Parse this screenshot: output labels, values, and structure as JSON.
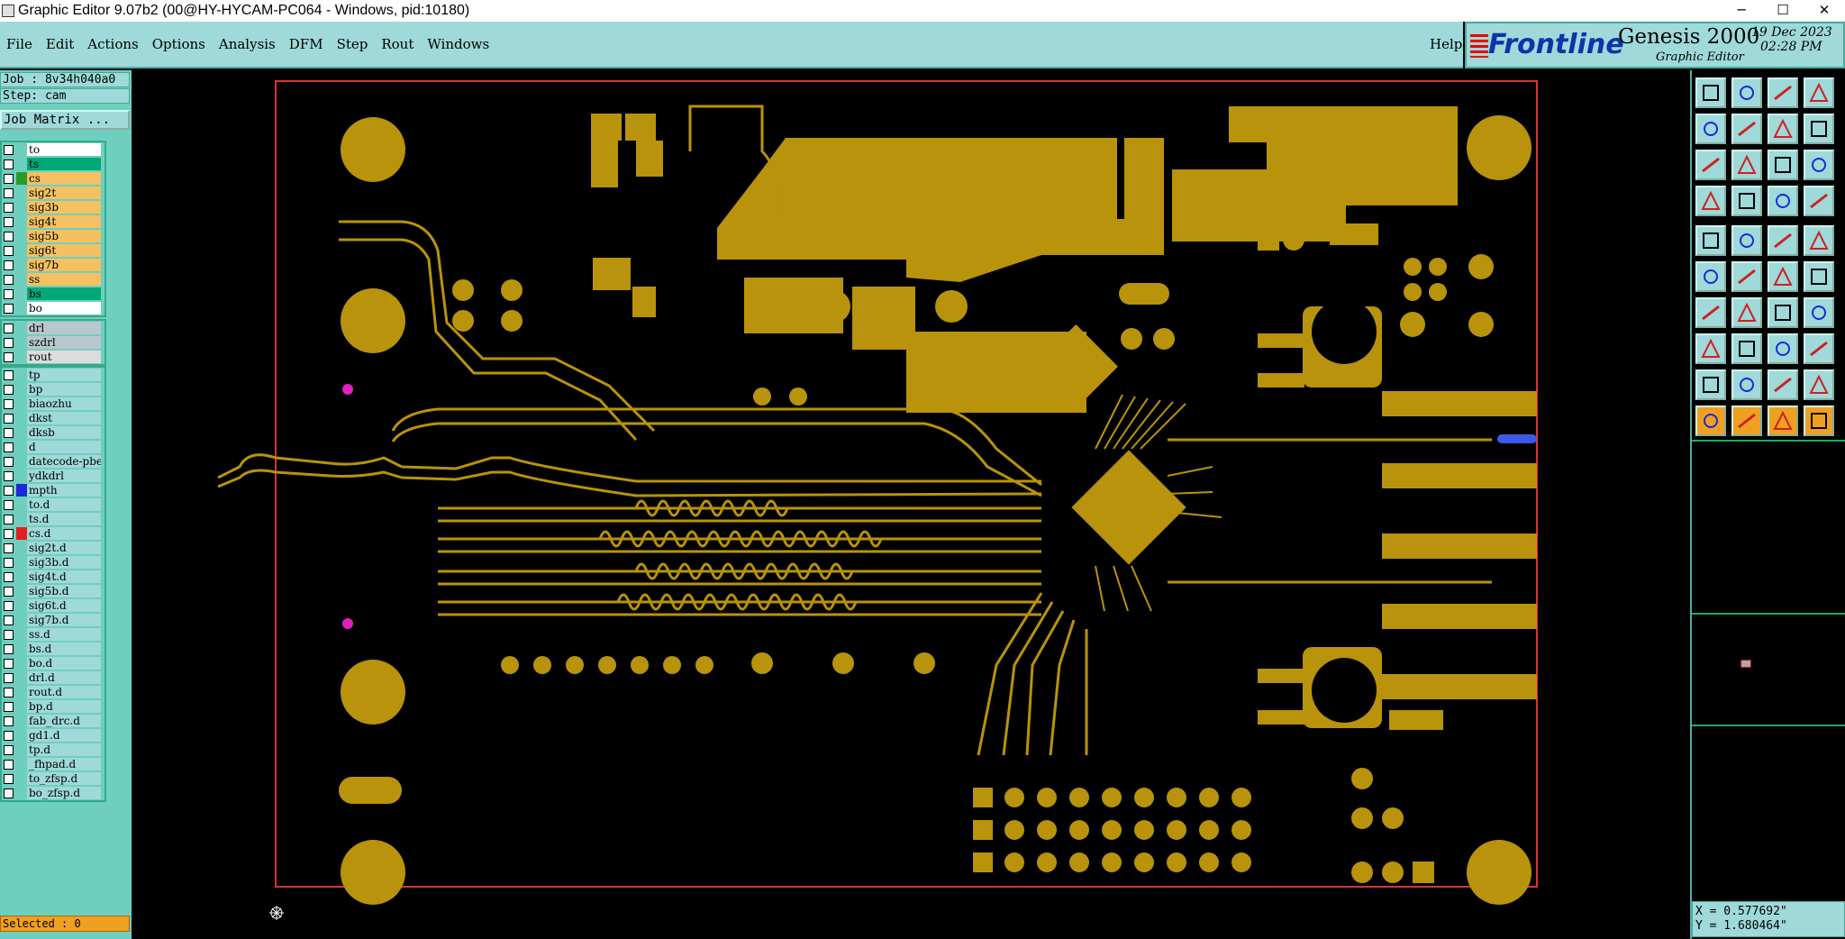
{
  "window": {
    "title": "Graphic Editor 9.07b2 (00@HY-HYCAM-PC064 - Windows, pid:10180)",
    "minimize": "─",
    "maximize": "☐",
    "close": "✕"
  },
  "menu": [
    "File",
    "Edit",
    "Actions",
    "Options",
    "Analysis",
    "DFM",
    "Step",
    "Rout",
    "Windows"
  ],
  "help_label": "Help",
  "logo": {
    "brand": "Frontline",
    "product": "Genesis 2000",
    "subtitle": "Graphic Editor",
    "date": "19 Dec 2023",
    "time": "02:28 PM"
  },
  "job": {
    "job_line": "Job : 8v34h040a0",
    "step_line": "Step: cam",
    "job_matrix_label": "Job Matrix ..."
  },
  "layer_groups": [
    {
      "layers": [
        {
          "name": "to",
          "color": "#ffffff",
          "mark": ""
        },
        {
          "name": "ts",
          "color": "#00a878",
          "mark": ""
        },
        {
          "name": "cs",
          "color": "#f5c060",
          "mark": "#2a9a2a"
        },
        {
          "name": "sig2t",
          "color": "#f5c060",
          "mark": ""
        },
        {
          "name": "sig3b",
          "color": "#f5c060",
          "mark": ""
        },
        {
          "name": "sig4t",
          "color": "#f5c060",
          "mark": ""
        },
        {
          "name": "sig5b",
          "color": "#f5c060",
          "mark": ""
        },
        {
          "name": "sig6t",
          "color": "#f5c060",
          "mark": ""
        },
        {
          "name": "sig7b",
          "color": "#f5c060",
          "mark": ""
        },
        {
          "name": "ss",
          "color": "#f5c060",
          "mark": ""
        },
        {
          "name": "bs",
          "color": "#00a878",
          "mark": ""
        },
        {
          "name": "bo",
          "color": "#ffffff",
          "mark": ""
        }
      ]
    },
    {
      "layers": [
        {
          "name": "drl",
          "color": "#b8c8cc",
          "mark": ""
        },
        {
          "name": "szdrl",
          "color": "#b8c8cc",
          "mark": ""
        },
        {
          "name": "rout",
          "color": "#dcdcdc",
          "mark": ""
        }
      ]
    },
    {
      "layers": [
        {
          "name": "tp",
          "color": "#9fd9d9",
          "mark": ""
        },
        {
          "name": "bp",
          "color": "#9fd9d9",
          "mark": ""
        },
        {
          "name": "biaozhu",
          "color": "#9fd9d9",
          "mark": ""
        },
        {
          "name": "dkst",
          "color": "#9fd9d9",
          "mark": ""
        },
        {
          "name": "dksb",
          "color": "#9fd9d9",
          "mark": ""
        },
        {
          "name": "d",
          "color": "#9fd9d9",
          "mark": ""
        },
        {
          "name": "datecode-pbe",
          "color": "#9fd9d9",
          "mark": ""
        },
        {
          "name": "ydkdrl",
          "color": "#9fd9d9",
          "mark": ""
        },
        {
          "name": "mpth",
          "color": "#9fd9d9",
          "mark": "#1a2ad8"
        },
        {
          "name": "to.d",
          "color": "#9fd9d9",
          "mark": ""
        },
        {
          "name": "ts.d",
          "color": "#9fd9d9",
          "mark": ""
        },
        {
          "name": "cs.d",
          "color": "#9fd9d9",
          "mark": "#e02020"
        },
        {
          "name": "sig2t.d",
          "color": "#9fd9d9",
          "mark": ""
        },
        {
          "name": "sig3b.d",
          "color": "#9fd9d9",
          "mark": ""
        },
        {
          "name": "sig4t.d",
          "color": "#9fd9d9",
          "mark": ""
        },
        {
          "name": "sig5b.d",
          "color": "#9fd9d9",
          "mark": ""
        },
        {
          "name": "sig6t.d",
          "color": "#9fd9d9",
          "mark": ""
        },
        {
          "name": "sig7b.d",
          "color": "#9fd9d9",
          "mark": ""
        },
        {
          "name": "ss.d",
          "color": "#9fd9d9",
          "mark": ""
        },
        {
          "name": "bs.d",
          "color": "#9fd9d9",
          "mark": ""
        },
        {
          "name": "bo.d",
          "color": "#9fd9d9",
          "mark": ""
        },
        {
          "name": "drl.d",
          "color": "#9fd9d9",
          "mark": ""
        },
        {
          "name": "rout.d",
          "color": "#9fd9d9",
          "mark": ""
        },
        {
          "name": "bp.d",
          "color": "#9fd9d9",
          "mark": ""
        },
        {
          "name": "fab_drc.d",
          "color": "#9fd9d9",
          "mark": ""
        },
        {
          "name": "gd1.d",
          "color": "#9fd9d9",
          "mark": ""
        },
        {
          "name": "tp.d",
          "color": "#9fd9d9",
          "mark": ""
        },
        {
          "name": "_fhpad.d",
          "color": "#9fd9d9",
          "mark": ""
        },
        {
          "name": "to_zfsp.d",
          "color": "#9fd9d9",
          "mark": ""
        },
        {
          "name": "bo_zfsp.d",
          "color": "#9fd9d9",
          "mark": ""
        }
      ]
    }
  ],
  "selected_label": "Selected : 0",
  "coords": {
    "x": "X = 0.577692\"",
    "y": "Y = 1.680464\""
  },
  "colors": {
    "copper": "#b8930b",
    "board_outline": "#e03030",
    "panel": "#9fd9d9",
    "highlight_pad": "#e020c0",
    "selected_net": "#3a5ae8"
  },
  "toolbar_icons": [
    "open-icon",
    "save-icon",
    "home-icon",
    "window-icon",
    "import-icon",
    "export-icon",
    "copy-icon",
    "snake-icon",
    "zoom-fit-icon",
    "zoom-icon",
    "scale-icon",
    "help-icon",
    "measure-icon",
    "probe-icon",
    "layers-a-icon",
    "layers-b-icon",
    "pad-icon",
    "surface-icon",
    "line-icon",
    "chip-icon",
    "connect-icon",
    "cross-icon",
    "add-line-icon",
    "add-arc-icon",
    "angle-icon",
    "slash-icon",
    "arc-icon",
    "text-icon",
    "move-icon",
    "dash-icon",
    "split-icon",
    "group-icon",
    "triangle-icon",
    "warning-icon",
    "tent-icon",
    "tent-b-icon",
    "pointer-icon",
    "select-icon",
    "select-b-icon",
    "step-icon"
  ]
}
